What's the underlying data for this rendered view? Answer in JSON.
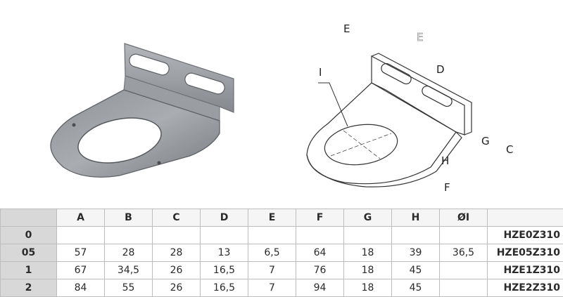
{
  "diagram": {
    "labels": {
      "E": "E",
      "E_ghost": "E",
      "D": "D",
      "I": "I",
      "G": "G",
      "C": "C",
      "H": "H",
      "F": "F"
    }
  },
  "table": {
    "columns": [
      "A",
      "B",
      "C",
      "D",
      "E",
      "F",
      "G",
      "H",
      "ØI"
    ],
    "rows": [
      {
        "size": "0",
        "values": [
          "",
          "",
          "",
          "",
          "",
          "",
          "",
          "",
          ""
        ],
        "code": "HZE0Z310"
      },
      {
        "size": "05",
        "values": [
          "57",
          "28",
          "28",
          "13",
          "6,5",
          "64",
          "18",
          "39",
          "36,5"
        ],
        "code": "HZE05Z310"
      },
      {
        "size": "1",
        "values": [
          "67",
          "34,5",
          "26",
          "16,5",
          "7",
          "76",
          "18",
          "45",
          ""
        ],
        "code": "HZE1Z310"
      },
      {
        "size": "2",
        "values": [
          "84",
          "55",
          "26",
          "16,5",
          "7",
          "94",
          "18",
          "45",
          ""
        ],
        "code": "HZE2Z310"
      }
    ]
  }
}
